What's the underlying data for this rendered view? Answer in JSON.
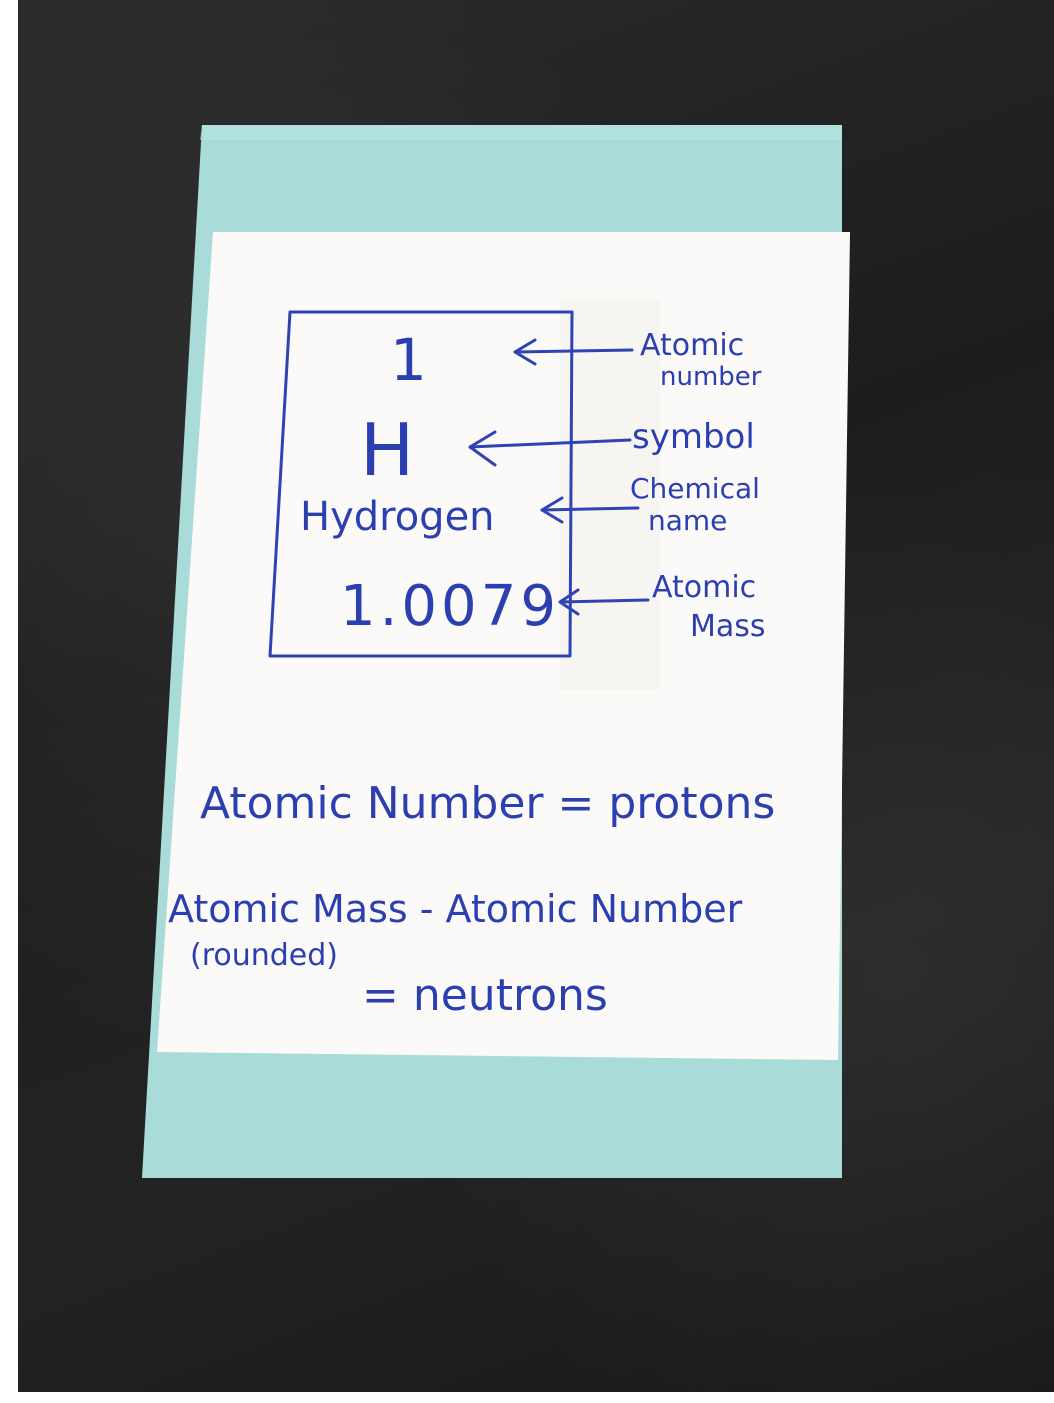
{
  "card": {
    "element_box": {
      "atomic_number": "1",
      "symbol": "H",
      "name": "Hydrogen",
      "mass": "1.0079"
    },
    "labels": {
      "atomic_number_l1": "Atomic",
      "atomic_number_l2": "number",
      "symbol": "symbol",
      "chemical_name_l1": "Chemical",
      "chemical_name_l2": "name",
      "atomic_mass_l1": "Atomic",
      "atomic_mass_l2": "Mass"
    },
    "notes": {
      "line1": "Atomic Number = protons",
      "line2": "Atomic Mass - Atomic Number",
      "line3": "(rounded)",
      "line4": "= neutrons"
    }
  },
  "colors": {
    "ink": "#3043b5",
    "paper": "#fbfaf8",
    "card_backing": "#a9dcd8",
    "table_surface": "#202020"
  }
}
